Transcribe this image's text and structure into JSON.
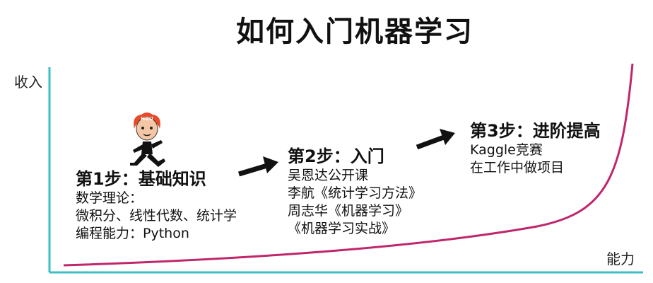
{
  "title": "如何入门机器学习",
  "axes": {
    "y_label": "收入",
    "x_label": "能力"
  },
  "mascot_text": "HOU",
  "steps": [
    {
      "title": "第1步：基础知识",
      "lines": [
        "数学理论：",
        "微积分、线性代数、统计学",
        "编程能力：Python"
      ]
    },
    {
      "title": "第2步：入门",
      "lines": [
        "吴恩达公开课",
        "李航《统计学习方法》",
        "周志华《机器学习》",
        "《机器学习实战》"
      ]
    },
    {
      "title": "第3步：进阶提高",
      "lines": [
        "Kaggle竞赛",
        "在工作中做项目"
      ]
    }
  ],
  "colors": {
    "axis": "#3bbfc4",
    "curve": "#c0266b",
    "arrow": "#111111",
    "text": "#111111",
    "mascot_hair": "#e84a2a",
    "mascot_body": "#111111"
  },
  "icons": {
    "mascot": "running-figure-icon",
    "arrows": "right-arrow-icon"
  }
}
